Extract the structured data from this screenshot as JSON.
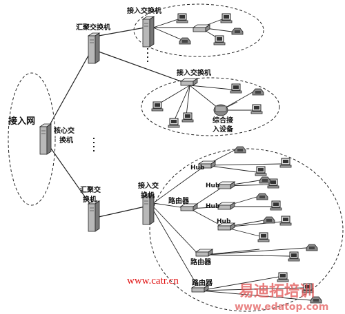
{
  "labels": {
    "access_network": "接入网",
    "core_switch_l1": "核心交",
    "core_switch_l2": "换机",
    "agg_switch_top": "汇聚交换机",
    "agg_switch_bottom_l1": "汇聚交",
    "agg_switch_bottom_l2": "换机",
    "access_switch_top": "接入交换机",
    "access_switch_mid": "接入交换机",
    "access_switch_bottom_l1": "接入交",
    "access_switch_bottom_l2": "换机",
    "integrated_access_l1": "综合接",
    "integrated_access_l2": "入设备",
    "hub": "Hub",
    "router": "路由器"
  },
  "watermarks": {
    "site_url": "www.catr.cn",
    "brand_cn": "易迪拓培训",
    "brand_url": "www.edatop.com"
  },
  "colors": {
    "watermark_red": "#e01010",
    "brand_red": "#e05050",
    "line": "#222222",
    "device_gray": "#b8b8b8"
  }
}
